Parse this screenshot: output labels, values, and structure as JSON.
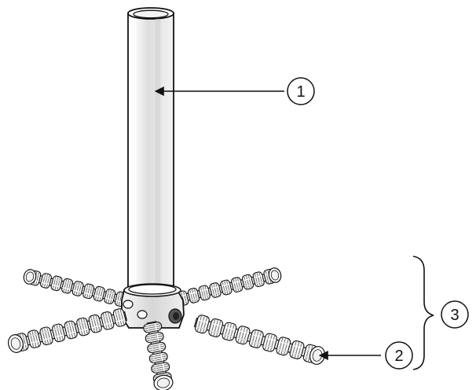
{
  "diagram": {
    "callouts": [
      {
        "label": "1"
      },
      {
        "label": "2"
      },
      {
        "label": "3"
      }
    ],
    "colors": {
      "line": "#111111",
      "fill": "#ffffff",
      "shade": "#d9d9d9",
      "dark": "#6f6f6f"
    }
  }
}
